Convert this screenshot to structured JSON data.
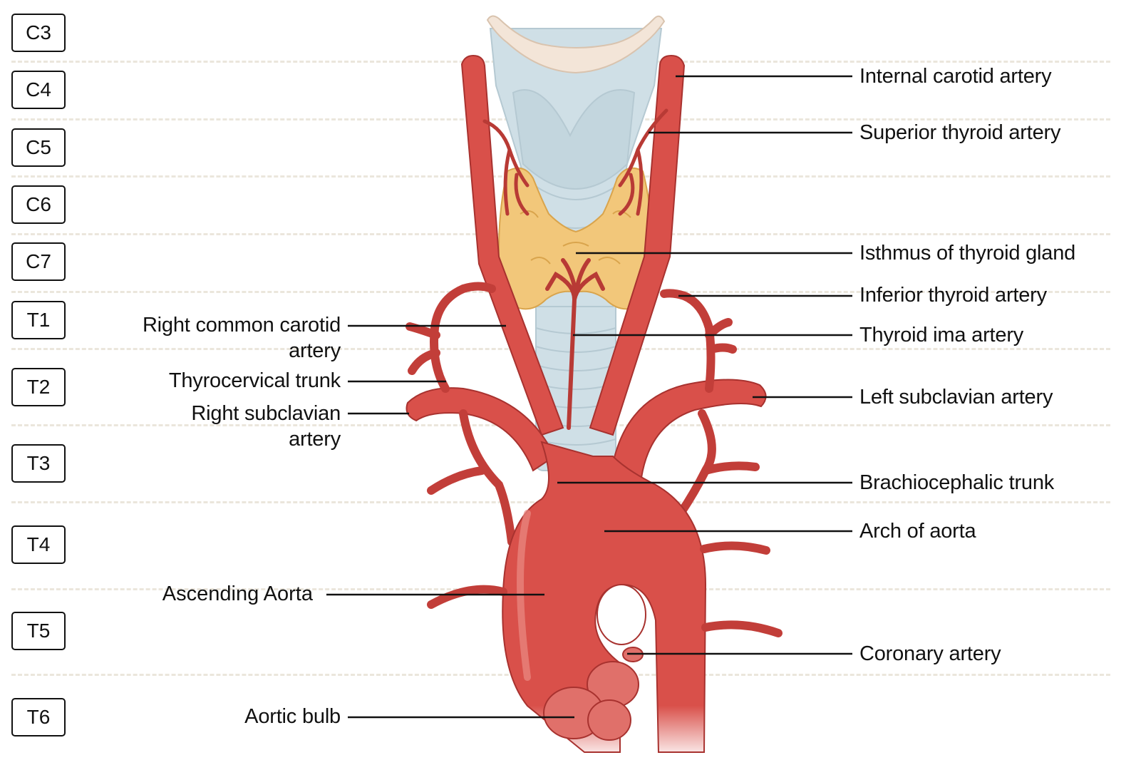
{
  "vertebrae": [
    "C3",
    "C4",
    "C5",
    "C6",
    "C7",
    "T1",
    "T2",
    "T3",
    "T4",
    "T5",
    "T6"
  ],
  "labels_left": {
    "right_common_carotid_line1": "Right common carotid",
    "right_common_carotid_line2": "artery",
    "thyrocervical_trunk": "Thyrocervical trunk",
    "right_subclavian_line1": "Right subclavian",
    "right_subclavian_line2": "artery",
    "ascending_aorta": "Ascending Aorta",
    "aortic_bulb": "Aortic bulb"
  },
  "labels_right": {
    "internal_carotid": "Internal carotid artery",
    "superior_thyroid": "Superior thyroid artery",
    "isthmus": "Isthmus of thyroid gland",
    "inferior_thyroid": "Inferior thyroid artery",
    "thyroid_ima": "Thyroid ima artery",
    "left_subclavian": "Left subclavian artery",
    "brachiocephalic": "Brachiocephalic trunk",
    "arch_of_aorta": "Arch of aorta",
    "coronary": "Coronary artery"
  },
  "colors": {
    "artery": "#d9504a",
    "artery_dark": "#a8322f",
    "thyroid": "#f2c77a",
    "thyroid_outline": "#d9a44c",
    "cartilage": "#cfdfe6",
    "hyoid": "#f3e5d8",
    "separator": "#ebe6dc"
  }
}
